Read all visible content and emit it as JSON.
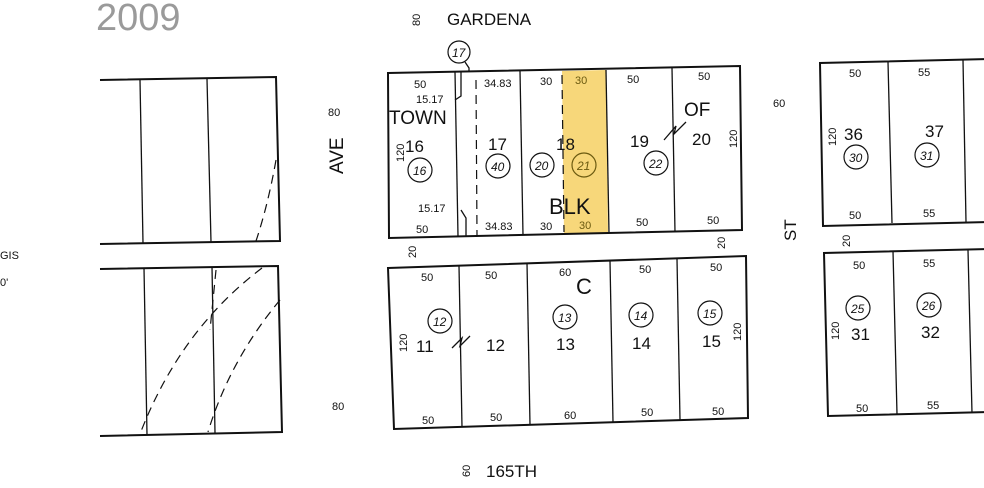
{
  "stamp": "2009",
  "margin": {
    "gis": "GIS",
    "scale": "0'"
  },
  "streets": {
    "north": "GARDENA",
    "south": "165TH",
    "west": "AVE",
    "east": "ST"
  },
  "widths": {
    "north": "80",
    "south": "60",
    "west_top": "80",
    "west_bottom": "80",
    "east": "60",
    "alley_w": "20",
    "alley_e": "20",
    "alley_r": "20"
  },
  "tract": {
    "town": "TOWN",
    "of": "OF",
    "blk": "BLK",
    "c": "C"
  },
  "highlight_color": "#f7d77a",
  "top_block": {
    "callout": "17",
    "lots": [
      {
        "lot": "16",
        "parcel": "16",
        "top": "50",
        "bottom": "50",
        "depth": "120",
        "offset_top": "15.17",
        "offset_bottom": "15.17"
      },
      {
        "lot": "17",
        "parcel": "40",
        "top": "34.83",
        "bottom": "34.83"
      },
      {
        "lot": "18",
        "parcel": "20",
        "top": "30",
        "bottom": "30"
      },
      {
        "parcel": "21",
        "top": "30",
        "bottom": "30"
      },
      {
        "lot": "19",
        "parcel": "22",
        "top": "50",
        "bottom": "50"
      },
      {
        "lot": "20",
        "top": "50",
        "bottom": "50",
        "depth": "120"
      }
    ]
  },
  "bottom_block": {
    "lots": [
      {
        "lot": "11",
        "parcel": "12",
        "top": "50",
        "bottom": "50",
        "depth": "120"
      },
      {
        "lot": "12",
        "top": "50",
        "bottom": "50"
      },
      {
        "lot": "13",
        "parcel": "13",
        "top": "60",
        "bottom": "60"
      },
      {
        "lot": "14",
        "parcel": "14",
        "top": "50",
        "bottom": "50"
      },
      {
        "lot": "15",
        "parcel": "15",
        "top": "50",
        "bottom": "50",
        "depth": "120"
      }
    ]
  },
  "right_top": {
    "lots": [
      {
        "lot": "36",
        "parcel": "30",
        "top": "50",
        "bottom": "50",
        "depth": "120"
      },
      {
        "lot": "37",
        "parcel": "31",
        "top": "55",
        "bottom": "55"
      }
    ]
  },
  "right_bottom": {
    "lots": [
      {
        "lot": "31",
        "parcel": "25",
        "top": "50",
        "bottom": "50",
        "depth": "120"
      },
      {
        "lot": "32",
        "parcel": "26",
        "top": "55",
        "bottom": "55"
      }
    ]
  }
}
